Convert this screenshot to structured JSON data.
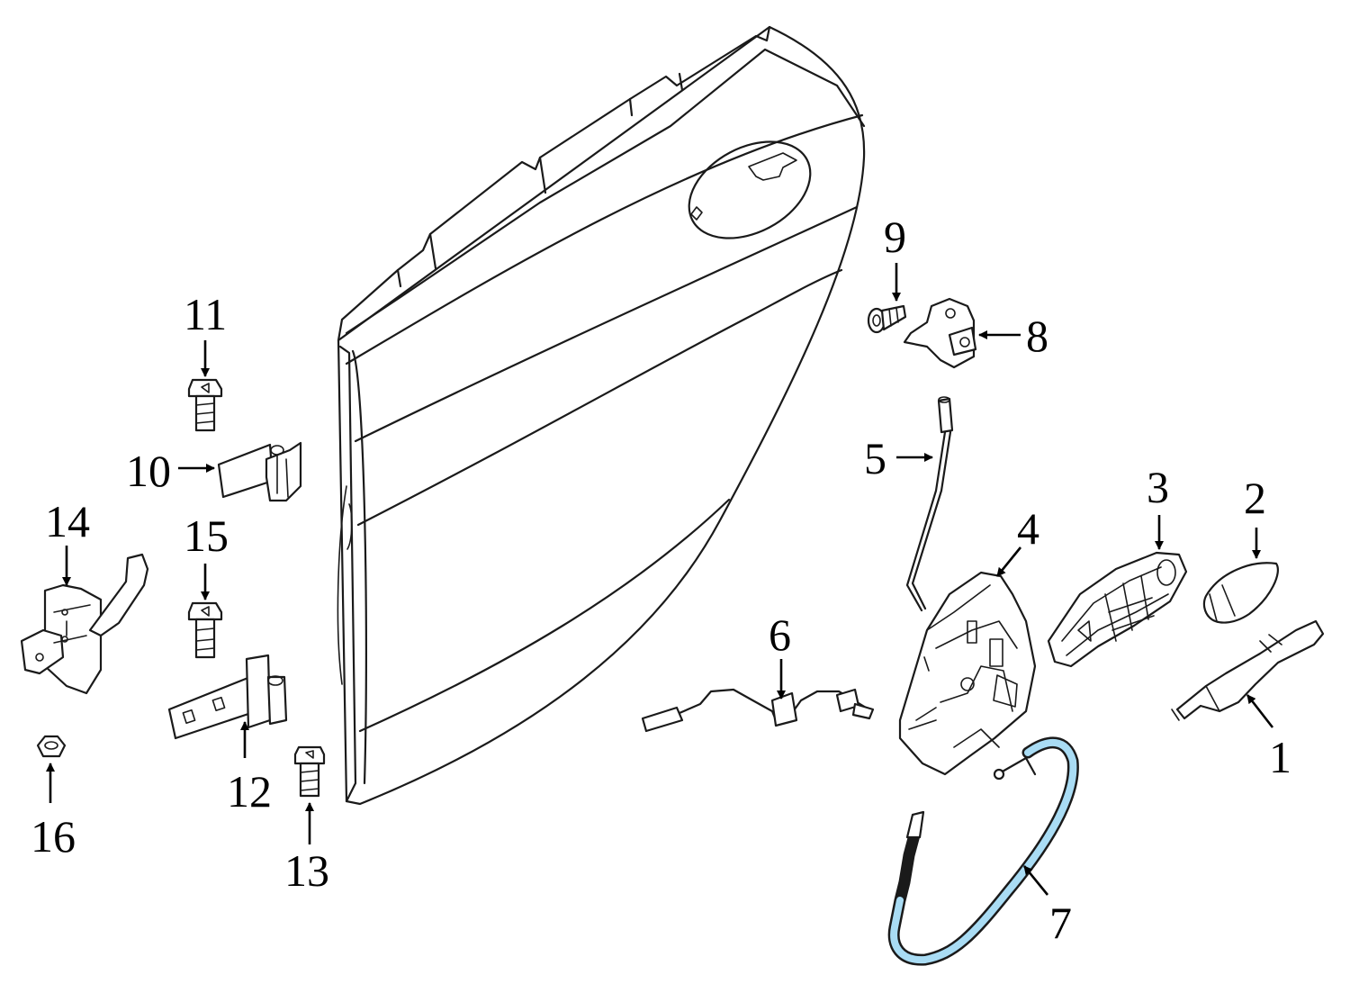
{
  "diagram": {
    "highlight_color": "#a9dcf4",
    "outline_color": "#1a1a1a",
    "callouts": [
      {
        "id": "1",
        "label": "1"
      },
      {
        "id": "2",
        "label": "2"
      },
      {
        "id": "3",
        "label": "3"
      },
      {
        "id": "4",
        "label": "4"
      },
      {
        "id": "5",
        "label": "5"
      },
      {
        "id": "6",
        "label": "6"
      },
      {
        "id": "7",
        "label": "7"
      },
      {
        "id": "8",
        "label": "8"
      },
      {
        "id": "9",
        "label": "9"
      },
      {
        "id": "10",
        "label": "10"
      },
      {
        "id": "11",
        "label": "11"
      },
      {
        "id": "12",
        "label": "12"
      },
      {
        "id": "13",
        "label": "13"
      },
      {
        "id": "14",
        "label": "14"
      },
      {
        "id": "15",
        "label": "15"
      },
      {
        "id": "16",
        "label": "16"
      }
    ]
  }
}
